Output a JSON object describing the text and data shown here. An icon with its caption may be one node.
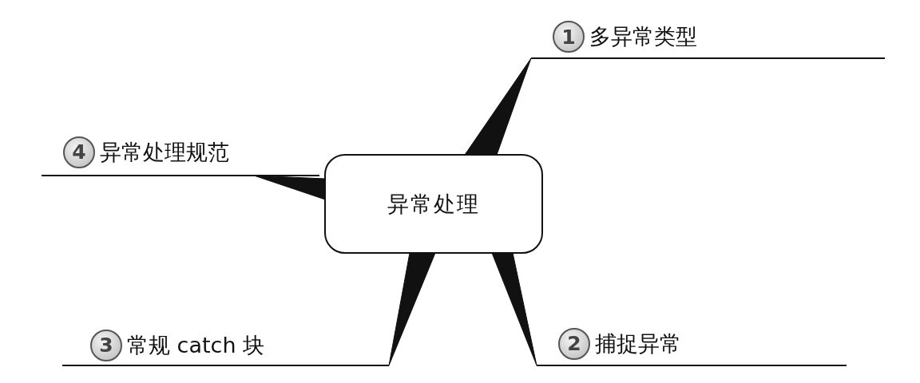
{
  "diagram": {
    "nodes": [
      {
        "text": [
          "异常处理"
        ]
      },
      {
        "text": [
          "1",
          "多异常类型"
        ]
      },
      {
        "text": [
          "2",
          "捕捉异常"
        ]
      },
      {
        "text": [
          "3",
          "常规 catch 块"
        ]
      },
      {
        "text": [
          "4",
          "异常处理规范"
        ]
      }
    ],
    "edges": [
      {
        "from": 0,
        "to": 1,
        "arrow": "none"
      },
      {
        "from": 0,
        "to": 2,
        "arrow": "none"
      },
      {
        "from": 0,
        "to": 3,
        "arrow": "none"
      },
      {
        "from": 0,
        "to": 4,
        "arrow": "none"
      }
    ]
  }
}
